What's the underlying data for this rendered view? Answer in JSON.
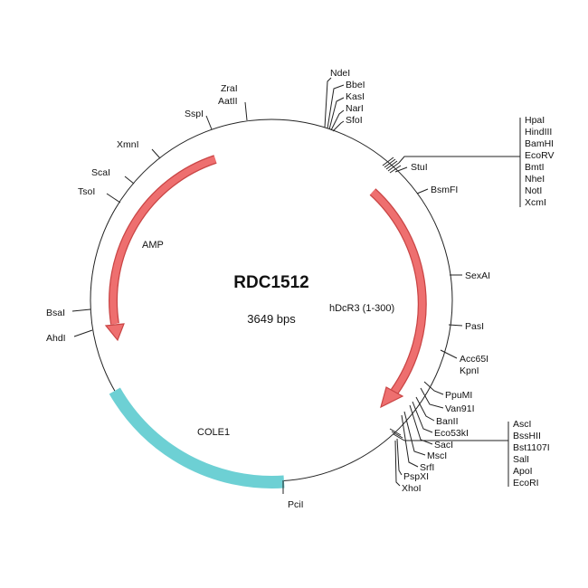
{
  "plasmid": {
    "name": "RDC1512",
    "size_label": "3649 bps"
  },
  "features": {
    "amp": {
      "label": "AMP",
      "color": "#ee6f6f"
    },
    "hdcr3": {
      "label": "hDcR3 (1-300)",
      "color": "#ee6f6f"
    },
    "cole1": {
      "label": "COLE1",
      "color": "#6dd0d4"
    }
  },
  "sites": {
    "left": {
      "zrai": "ZraI",
      "aatii": "AatII",
      "sspi": "SspI",
      "xmni": "XmnI",
      "scai": "ScaI",
      "tsoi": "TsoI",
      "bsai": "BsaI",
      "ahdi": "AhdI"
    },
    "top": {
      "ndei": "NdeI",
      "bbei": "BbeI",
      "kasi": "KasI",
      "nari": "NarI",
      "sfoi": "SfoI"
    },
    "stu_group": [
      "HpaI",
      "HindIII",
      "BamHI",
      "EcoRV",
      "BmtI",
      "NheI",
      "NotI",
      "XcmI"
    ],
    "right": {
      "stui": "StuI",
      "bsmfi": "BsmFI",
      "sexai": "SexAI",
      "pasi": "PasI",
      "acc65i": "Acc65I",
      "kpni": "KpnI",
      "ppumi": "PpuMI",
      "van91i": "Van91I",
      "banii": "BanII",
      "eco53ki": "Eco53kI",
      "saci": "SacI",
      "msci": "MscI",
      "srfi": "SrfI",
      "pspxi": "PspXI",
      "xhoi": "XhoI",
      "pcii": "PciI"
    },
    "asc_group": [
      "AscI",
      "BssHII",
      "Bst1107I",
      "SalI",
      "ApoI",
      "EcoRI"
    ]
  }
}
